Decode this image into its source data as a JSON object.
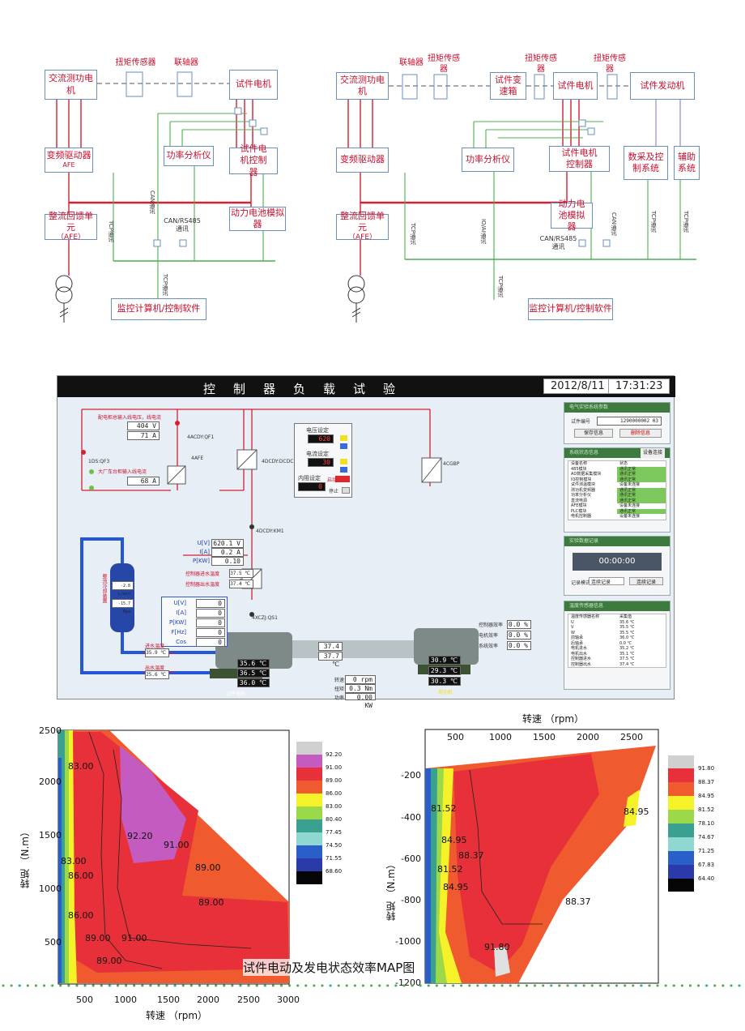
{
  "diagram_left": {
    "torque_sensor": "扭矩传感器",
    "coupling": "联轴器",
    "ac_dyno": "交流测功电机",
    "test_motor": "试件电机",
    "vfd": "变频驱动器",
    "vfd_sub": "AFE",
    "power_analyzer": "功率分析仪",
    "controller": "试件电机控制器",
    "regen_unit": "整流回馈单元",
    "regen_sub": "（AFE）",
    "battery_sim": "动力电池模拟器",
    "can_label": "CAN/RS485",
    "comm": "通讯",
    "monitor_pc": "监控计算机/控制软件",
    "can_comm_v": "CAN通讯",
    "tcp_v": "TCP通讯"
  },
  "diagram_right": {
    "coupling": "联轴器",
    "torque_sensor_1": "扭矩传感器",
    "torque_sensor_2": "扭矩传感器",
    "torque_sensor_3": "扭矩传感器",
    "ac_dyno": "交流测功电机",
    "test_gearbox": "试件变速箱",
    "test_motor": "试件电机",
    "test_engine": "试件发动机",
    "vfd": "变频驱动器",
    "power_analyzer": "功率分析仪",
    "controller": "试件电机控制器",
    "daq": "数采及控制系统",
    "aux": "辅助系统",
    "regen_unit": "整流回馈单元",
    "regen_sub": "（AFE）",
    "battery_sim": "动力电池模拟器",
    "can_label": "CAN/RS485",
    "comm": "通讯",
    "monitor_pc": "监控计算机/控制软件",
    "tcp_v": "TCP通讯",
    "io_v": "IO/AI通讯",
    "can_v": "CAN通讯"
  },
  "hmi": {
    "title": "控制器负载试验",
    "date": "2012/8/11",
    "time": "17:31:23",
    "grid_voltage": "404 V",
    "grid_current": "71 A",
    "input_current": "68 A",
    "grid_label": "配电柜总输入线电压，线电流",
    "input_label": "大厂车台柜输入线电流",
    "qf3": "1DS:QF3",
    "qf1": "4ACDY:QF1",
    "afe": "4AFE",
    "dcdc": "4DCDY:DCDC",
    "km1": "4DCDY:KM1",
    "gbp": "4CGBP",
    "qs1": "4XCZJ:QS1",
    "voltage_set_label": "电压设定",
    "voltage_set": "620",
    "current_set_label": "电流设定",
    "current_set": "30",
    "resistance_label": "内阻设定",
    "resistance": "0",
    "start": "启动",
    "stop": "停止",
    "u_label": "U[V]",
    "u_val": "620.1 V",
    "i_label": "I[A]",
    "i_val": "0.2 A",
    "p_label": "P[KW]",
    "p_val": "0.10",
    "ctrl_in_temp_label": "控制器进水温度",
    "ctrl_in_temp": "37.5 ℃",
    "ctrl_out_temp_label": "控制器出水温度",
    "ctrl_out_temp": "37.4 ℃",
    "meas_u": "U[V]",
    "meas_i": "I[A]",
    "meas_p": "P[KW]",
    "meas_f": "F[Hz]",
    "meas_cos": "Cos",
    "meas_u_val": "0",
    "meas_i_val": "0",
    "meas_p_val": "0",
    "meas_f_val": "0",
    "meas_cos_val": "0",
    "cooling_label": "整流冷却装置",
    "cool_v1": "-2.8 L/min",
    "cool_v2": "-15.7 Kpa",
    "inlet_temp_label": "进水温度",
    "inlet_temp": "35.9 ℃",
    "outlet_temp_label": "出水温度",
    "outlet_temp": "25.6 ℃",
    "m1_t1": "35.6 ℃",
    "m1_t2": "36.5 ℃",
    "m1_t3": "36.0 ℃",
    "bearing_t1": "37.4 ℃",
    "bearing_t2": "37.7 ℃",
    "dyn_t1": "30.9 ℃",
    "dyn_t2": "29.3 ℃",
    "dyn_t3": "30.3 ℃",
    "speed_label": "转速",
    "torque_label": "扭矩",
    "power_label": "功率",
    "speed_val": "0 rpm",
    "torque_val": "0.3 Nm",
    "power_val": "0.00 KW",
    "eff1_label": "控制器效率",
    "eff2_label": "电机效率",
    "eff3_label": "系统效率",
    "eff1": "0.0 %",
    "eff2": "0.0 %",
    "eff3": "0.0 %",
    "test_motor_label": "试件电机",
    "dyno_label": "测功机",
    "side_title1": "电气实验系统参数",
    "side_title2": "系统状态信息",
    "side_title3": "实验数据记录",
    "side_title4": "温度传感器信息",
    "test_no_label": "试件编号",
    "test_no": "1290000002 03",
    "btn_save": "保存信息",
    "btn_delete": "删除信息",
    "btn_connect": "设备连接",
    "record_time": "00:00:00",
    "record_mode_label": "记录模式",
    "record_mode": "连续记录",
    "btn_record": "连续记录",
    "status_rows": [
      [
        "设备名称",
        "状态"
      ],
      [
        "485模块",
        "通讯正常"
      ],
      [
        "AD数据采集模块",
        "通讯正常"
      ],
      [
        "IO控制模块",
        "通讯正常"
      ],
      [
        "试件测温模块",
        "设备未连接"
      ],
      [
        "测功机变频器",
        "通讯正常"
      ],
      [
        "功率分析仪",
        "通讯正常"
      ],
      [
        "直流电源",
        "通讯正常"
      ],
      [
        "AFE模块",
        "设备未连接"
      ],
      [
        "PLC模块",
        "通讯正常"
      ],
      [
        "电机控制器",
        "设备未连接"
      ]
    ],
    "temp_rows": [
      [
        "温度传感器名称",
        "采集值"
      ],
      [
        "U",
        "35.6 ℃"
      ],
      [
        "V",
        "35.5 ℃"
      ],
      [
        "W",
        "35.5 ℃"
      ],
      [
        "前轴承",
        "36.0 ℃"
      ],
      [
        "后轴承",
        "0.0 ℃"
      ],
      [
        "电机进水",
        "35.2 ℃"
      ],
      [
        "电机出水",
        "35.1 ℃"
      ],
      [
        "控制器进水",
        "37.5 ℃"
      ],
      [
        "控制器出水",
        "37.4 ℃"
      ]
    ]
  },
  "map_left": {
    "x_ticks": [
      "500",
      "1000",
      "1500",
      "2000",
      "2500",
      "3000"
    ],
    "y_ticks": [
      "500",
      "1000",
      "1500",
      "2000",
      "2500"
    ],
    "xlabel": "转速 （rpm）",
    "ylabel": "转矩 （N.m）",
    "contour_labels": [
      "83.00",
      "92.20",
      "91.00",
      "89.00",
      "89.00",
      "83.00",
      "86.00",
      "86.00",
      "89.00",
      "91.00",
      "89.00"
    ],
    "legend": [
      "92.20",
      "91.00",
      "89.00",
      "86.00",
      "83.00",
      "80.40",
      "77.45",
      "74.50",
      "71.55",
      "68.60"
    ]
  },
  "map_right": {
    "x_ticks": [
      "500",
      "1000",
      "1500",
      "2000",
      "2500"
    ],
    "y_ticks": [
      "-200",
      "-400",
      "-600",
      "-800",
      "-1000",
      "-1200"
    ],
    "xlabel": "转速 （rpm）",
    "ylabel": "转矩 （N.m）",
    "contour_labels": [
      "81.52",
      "84.95",
      "88.37",
      "81.52",
      "84.95",
      "84.95",
      "88.37",
      "91.80"
    ],
    "legend": [
      "91.80",
      "88.37",
      "84.95",
      "81.52",
      "78.10",
      "74.67",
      "71.25",
      "67.83",
      "64.40"
    ]
  },
  "caption": "试件电动及发电状态效率MAP图",
  "colors": {
    "accent_red": "#c8102e",
    "wire_green": "#4caf50",
    "level_magenta": "#c45bc0",
    "level_red": "#e8303a",
    "level_orange": "#ef5a2e",
    "level_yellow": "#f5f22a",
    "level_lime": "#9bd84a"
  }
}
